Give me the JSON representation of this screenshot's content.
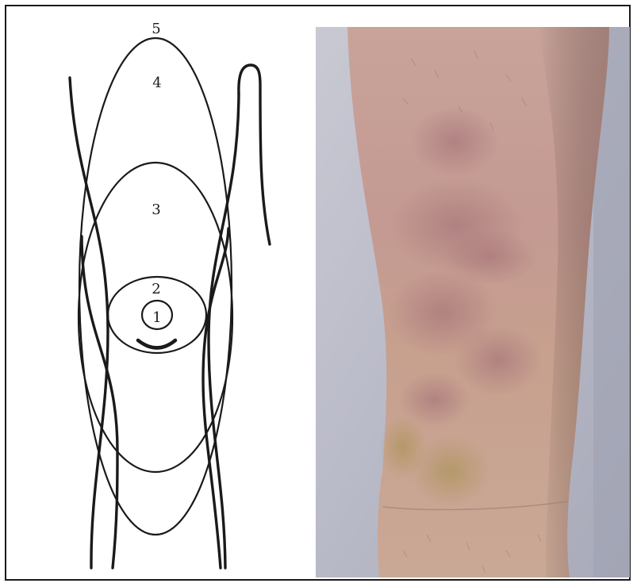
{
  "diagram": {
    "zones": [
      {
        "number": "5"
      },
      {
        "number": "4"
      },
      {
        "number": "3"
      },
      {
        "number": "2"
      },
      {
        "number": "1"
      }
    ]
  },
  "photo": {
    "subject": "knee-skin-photo"
  }
}
